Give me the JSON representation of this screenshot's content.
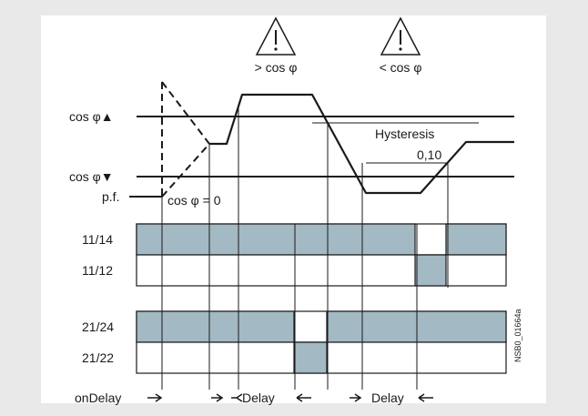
{
  "colors": {
    "background": "#e9e9e9",
    "frame": "#ffffff",
    "line": "#1a1a1a",
    "relay_on": "#a3b9c4",
    "relay_off": "#ffffff"
  },
  "icons": [
    "warning-triangle-icon",
    "warning-triangle-icon"
  ],
  "warnings": {
    "upper": "> cos φ",
    "lower": "< cos φ"
  },
  "levels": {
    "upper": "cos φ▲",
    "lower": "cos φ▼",
    "pf": "p.f."
  },
  "annotations": {
    "cos_zero": "cos  φ = 0",
    "hysteresis": "Hysteresis",
    "hysteresis_value": "0,10"
  },
  "relays": [
    {
      "label": "11/14",
      "on_segments": [
        [
          0,
          306
        ],
        [
          340,
          406
        ]
      ]
    },
    {
      "label": "11/12",
      "on_segments": [
        [
          306,
          340
        ]
      ]
    },
    {
      "label": "21/24",
      "on_segments": [
        [
          0,
          173
        ],
        [
          209,
          406
        ]
      ]
    },
    {
      "label": "21/22",
      "on_segments": [
        [
          173,
          209
        ]
      ]
    }
  ],
  "timing": {
    "on_delay": "onDelay",
    "delay_1": "Delay",
    "delay_2": "Delay"
  },
  "code": "NSB0_01664a"
}
